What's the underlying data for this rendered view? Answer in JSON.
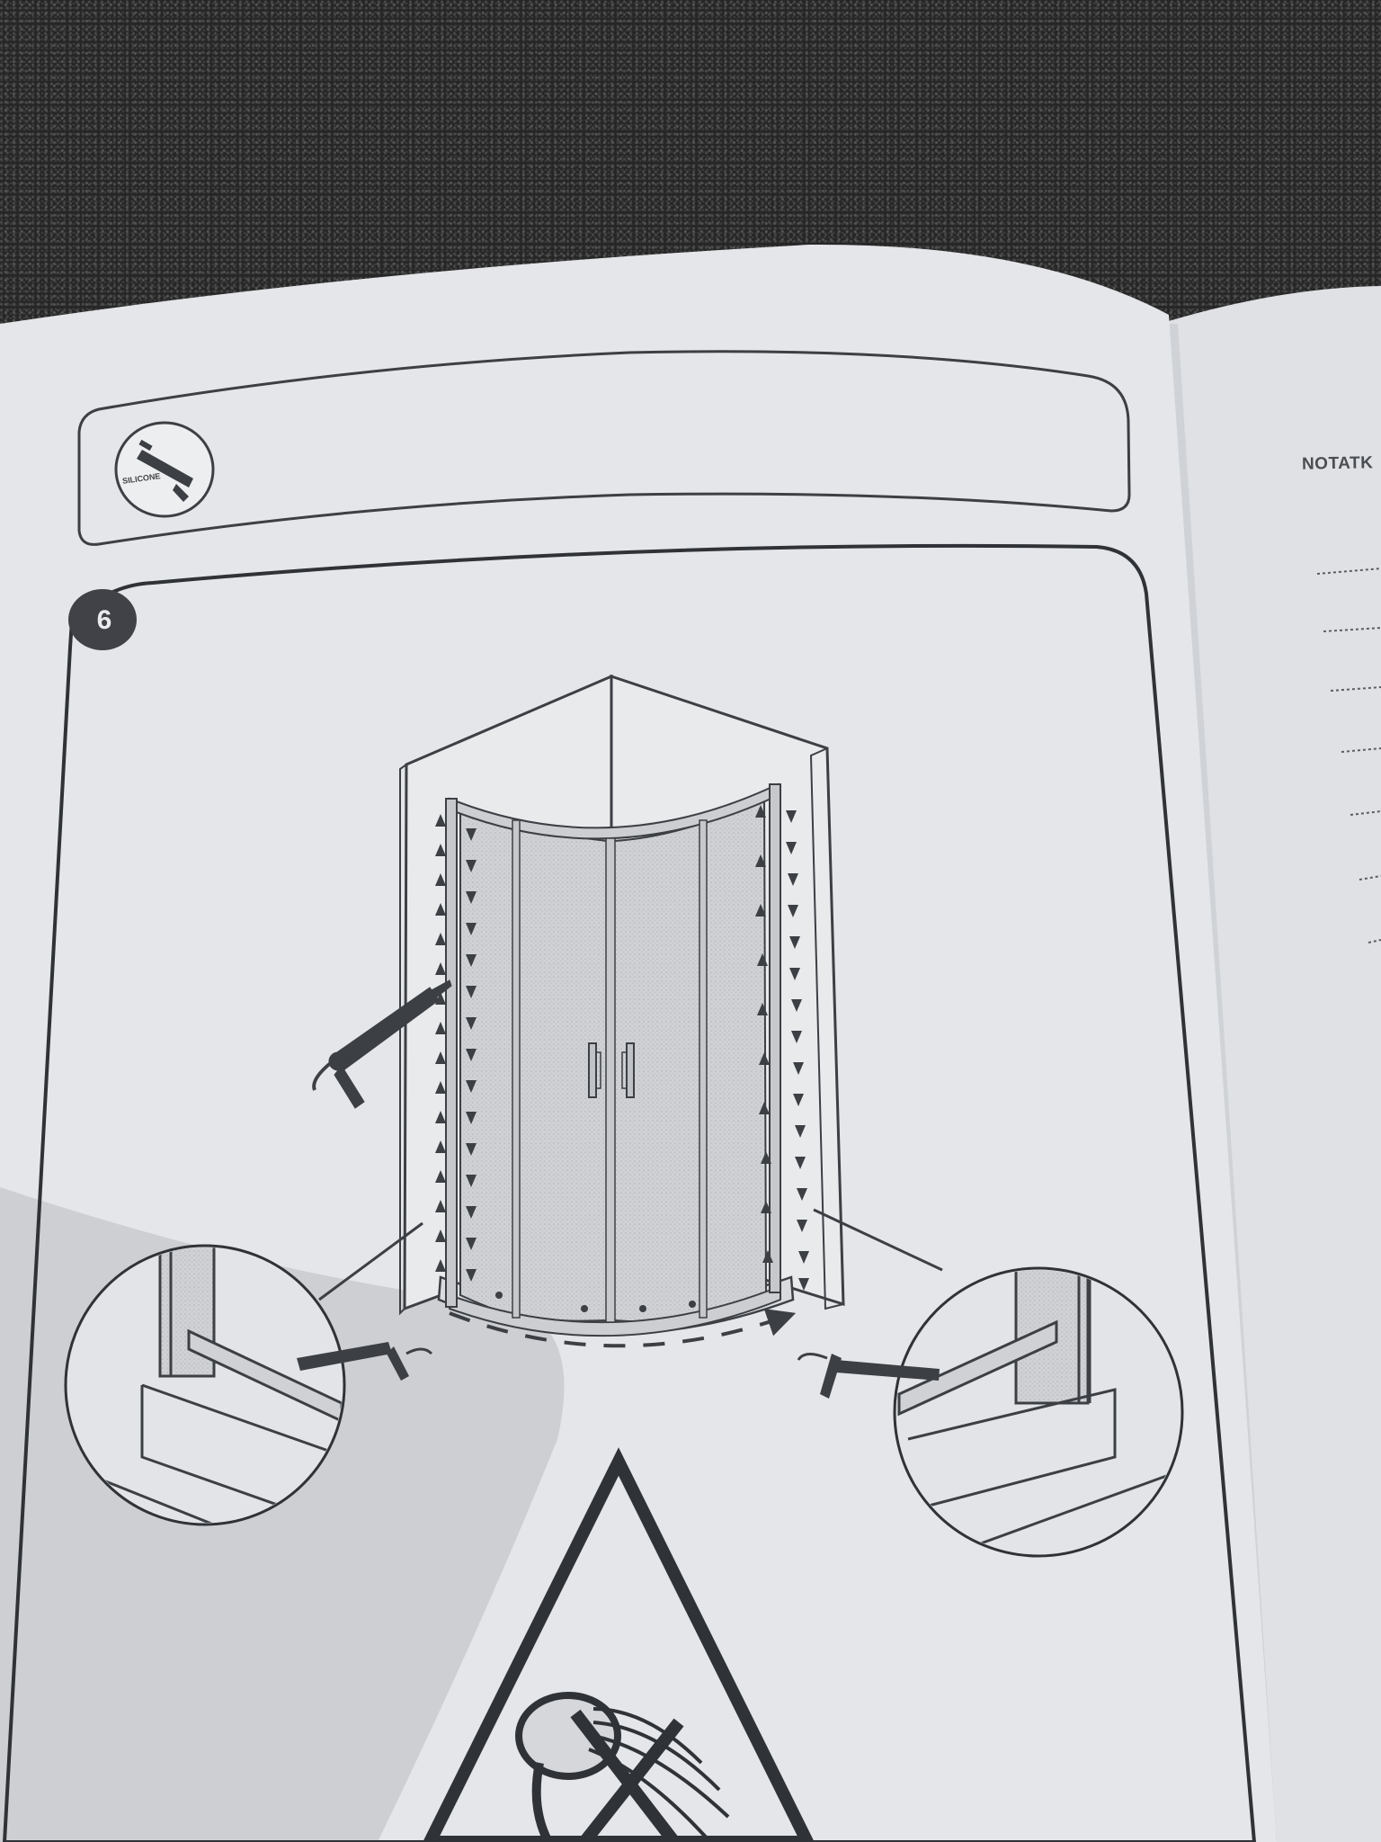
{
  "manual": {
    "notes_heading": "NOTATK",
    "step_number": "6",
    "silicone_label": "SILICONE"
  },
  "icons": {
    "silicone_gun": "silicone-gun-icon",
    "warning": "warning-triangle-icon",
    "no_shower": "no-shower-icon"
  },
  "colors": {
    "paper": "#e4e6e9",
    "ink": "#3c3f44",
    "badge": "#404247",
    "carpet": "#262626"
  }
}
